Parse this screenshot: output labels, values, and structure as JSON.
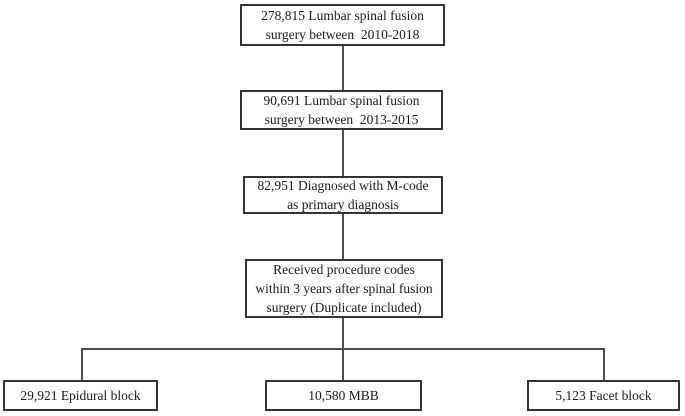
{
  "figure": {
    "type": "flowchart",
    "background_color": "#ffffff",
    "box_border_color": "#333333",
    "connector_color": "#4d4d4d",
    "text_color": "#1a1a1a"
  },
  "flowchart": {
    "main_boxes": [
      {
        "id": "lumbar-fusion-2010-2018",
        "lines": [
          "278,815 Lumbar spinal fusion",
          "surgery between  2010-2018"
        ]
      },
      {
        "id": "lumbar-fusion-2013-2015",
        "lines": [
          "90,691 Lumbar spinal fusion",
          "surgery between  2013-2015"
        ]
      },
      {
        "id": "mcode-primary-diagnosis",
        "lines": [
          "82,951 Diagnosed with M-code",
          "as primary diagnosis"
        ]
      },
      {
        "id": "received-procedure-codes",
        "lines": [
          "Received procedure codes",
          "within 3 years after spinal fusion",
          "surgery (Duplicate included)"
        ]
      }
    ],
    "leaf_boxes": [
      {
        "id": "epidural-block",
        "label": "29,921 Epidural block"
      },
      {
        "id": "mbb",
        "label": "10,580 MBB"
      },
      {
        "id": "facet-block",
        "label": "5,123 Facet block"
      }
    ]
  }
}
